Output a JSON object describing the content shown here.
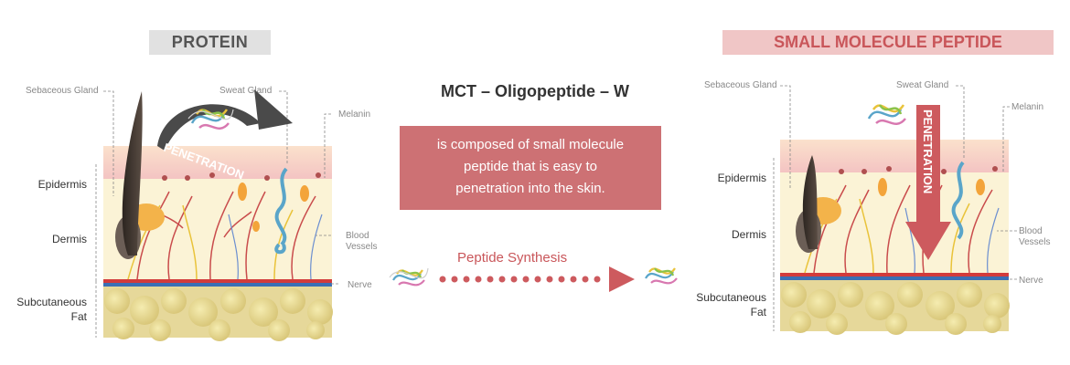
{
  "headers": {
    "left": "PROTEIN",
    "right": "SMALL MOLECULE PEPTIDE"
  },
  "center": {
    "title": "MCT – Oligopeptide – W",
    "description_lines": [
      "is composed of small molecule",
      "peptide  that is easy to",
      "penetration into the skin."
    ],
    "synthesis_label": "Peptide Synthesis"
  },
  "left_diagram": {
    "callouts": {
      "sebaceous": "Sebaceous Gland",
      "sweat": "Sweat Gland",
      "melanin": "Melanin",
      "blood": [
        "Blood",
        "Vessels"
      ],
      "nerve": "Nerve"
    },
    "layers": {
      "epidermis": "Epidermis",
      "dermis": "Dermis",
      "subcutaneous": [
        "Subcutaneous",
        "Fat"
      ]
    },
    "arrow_text": "PENETRATION"
  },
  "right_diagram": {
    "callouts": {
      "sebaceous": "Sebaceous Gland",
      "sweat": "Sweat Gland",
      "melanin": "Melanin",
      "blood": [
        "Blood",
        "Vessels"
      ],
      "nerve": "Nerve"
    },
    "layers": {
      "epidermis": "Epidermis",
      "dermis": "Dermis",
      "subcutaneous": [
        "Subcutaneous",
        "Fat"
      ]
    },
    "arrow_text": "PENETRATION"
  },
  "colors": {
    "accent": "#cd7174",
    "accent_dark": "#c9565a",
    "header_grey": "#e1e1e1",
    "header_pink": "#f0c6c6",
    "arrow_grey": "#4a4a4a"
  }
}
